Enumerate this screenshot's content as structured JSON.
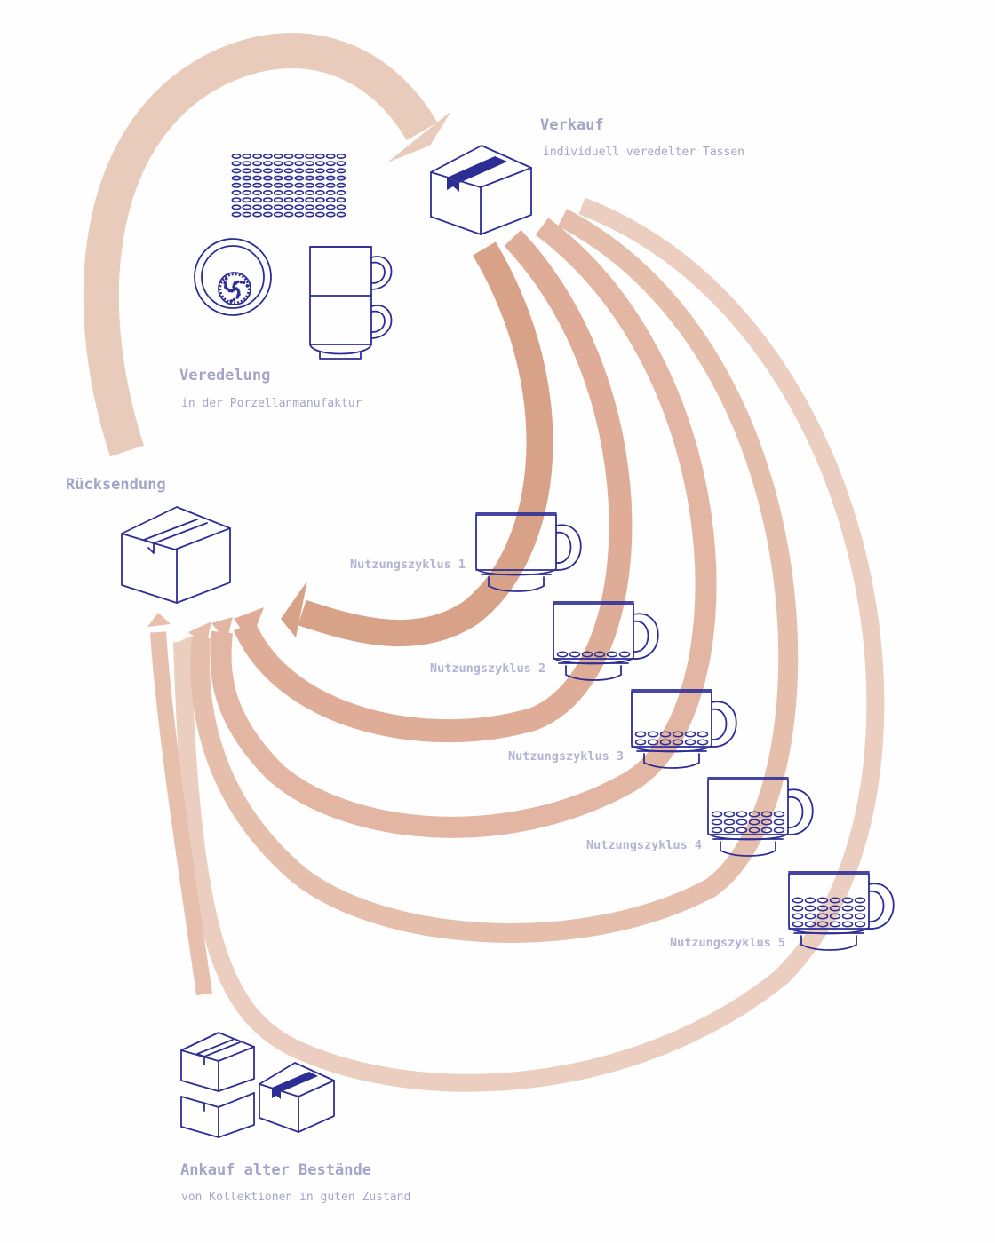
{
  "stages": {
    "verkauf": {
      "title": "Verkauf",
      "subtitle": "individuell veredelter Tassen"
    },
    "veredelung": {
      "title": "Veredelung",
      "subtitle": "in der Porzellanmanufaktur"
    },
    "ruecksendung": {
      "title": "Rücksendung"
    },
    "ankauf": {
      "title": "Ankauf alter Bestände",
      "subtitle": "von Kollektionen in guten Zustand"
    }
  },
  "cycles": [
    {
      "label": "Nutzungszyklus 1",
      "dot_rows": 0
    },
    {
      "label": "Nutzungszyklus 2",
      "dot_rows": 1
    },
    {
      "label": "Nutzungszyklus 3",
      "dot_rows": 2
    },
    {
      "label": "Nutzungszyklus 4",
      "dot_rows": 3
    },
    {
      "label": "Nutzungszyklus 5",
      "dot_rows": 4
    }
  ],
  "colors": {
    "ink": "#2d2d96",
    "label": "#a4a4c8",
    "arrow_main": "#e9cbbb",
    "arrow_cycles": [
      "#d8a289",
      "#dfad97",
      "#e2b6a2",
      "#e6bfac",
      "#ebcebf"
    ],
    "arrow_ankauf": "#e6c0ad"
  },
  "icons": {
    "pattern": "dot-pattern-icon",
    "plate": "plate-icon",
    "stacked_cups": "stacked-cups-icon",
    "box_sale": "box-with-tape-icon",
    "box_return": "box-icon",
    "boxes_stock": "stacked-boxes-icon"
  }
}
